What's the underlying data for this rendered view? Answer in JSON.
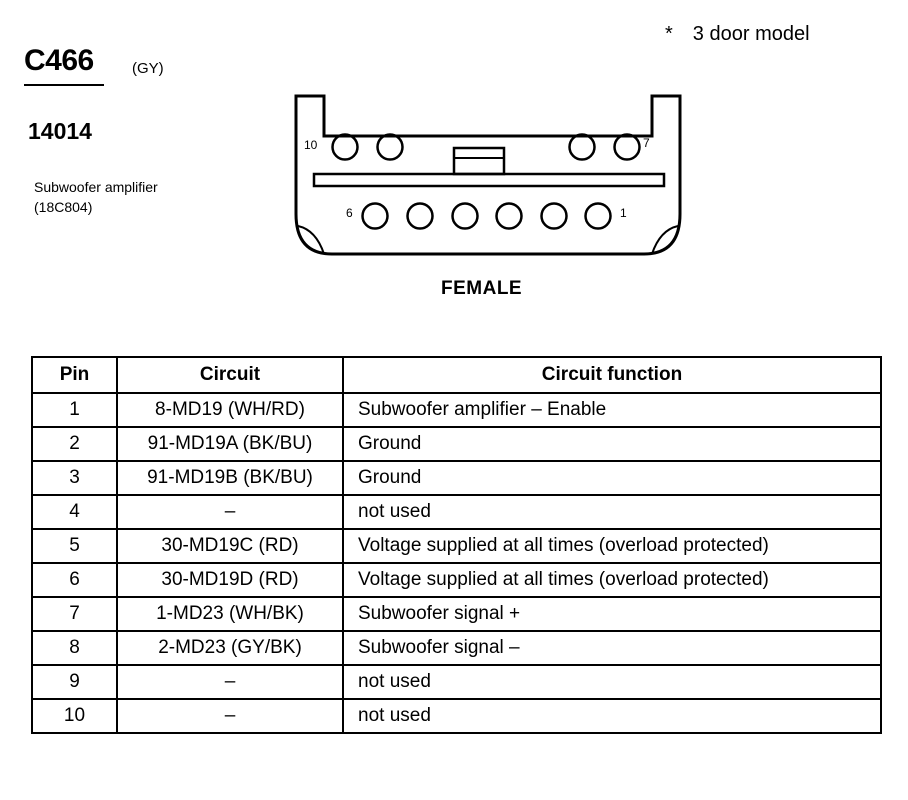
{
  "connector": {
    "id": "C466",
    "color": "(GY)",
    "part_number": "14014",
    "component_name": "Subwoofer amplifier",
    "component_code": "(18C804)",
    "type": "FEMALE",
    "pin_labels": {
      "top_left": "10",
      "top_right": "7",
      "bottom_left": "6",
      "bottom_right": "1"
    }
  },
  "note": {
    "symbol": "*",
    "text": "3 door model"
  },
  "table": {
    "headers": {
      "pin": "Pin",
      "circuit": "Circuit",
      "function": "Circuit function"
    },
    "rows": [
      {
        "pin": "1",
        "circuit": "8-MD19 (WH/RD)",
        "function": "Subwoofer amplifier  – Enable"
      },
      {
        "pin": "2",
        "circuit": "91-MD19A (BK/BU)",
        "function": "Ground"
      },
      {
        "pin": "3",
        "circuit": "91-MD19B (BK/BU)",
        "function": "Ground"
      },
      {
        "pin": "4",
        "circuit": "–",
        "function": "not used"
      },
      {
        "pin": "5",
        "circuit": "30-MD19C (RD)",
        "function": "Voltage supplied at all times (overload protected)"
      },
      {
        "pin": "6",
        "circuit": "30-MD19D (RD)",
        "function": "Voltage supplied at all times (overload protected)"
      },
      {
        "pin": "7",
        "circuit": "1-MD23 (WH/BK)",
        "function": "Subwoofer signal +"
      },
      {
        "pin": "8",
        "circuit": "2-MD23 (GY/BK)",
        "function": "Subwoofer signal –"
      },
      {
        "pin": "9",
        "circuit": "–",
        "function": "not used"
      },
      {
        "pin": "10",
        "circuit": "–",
        "function": "not used"
      }
    ]
  }
}
